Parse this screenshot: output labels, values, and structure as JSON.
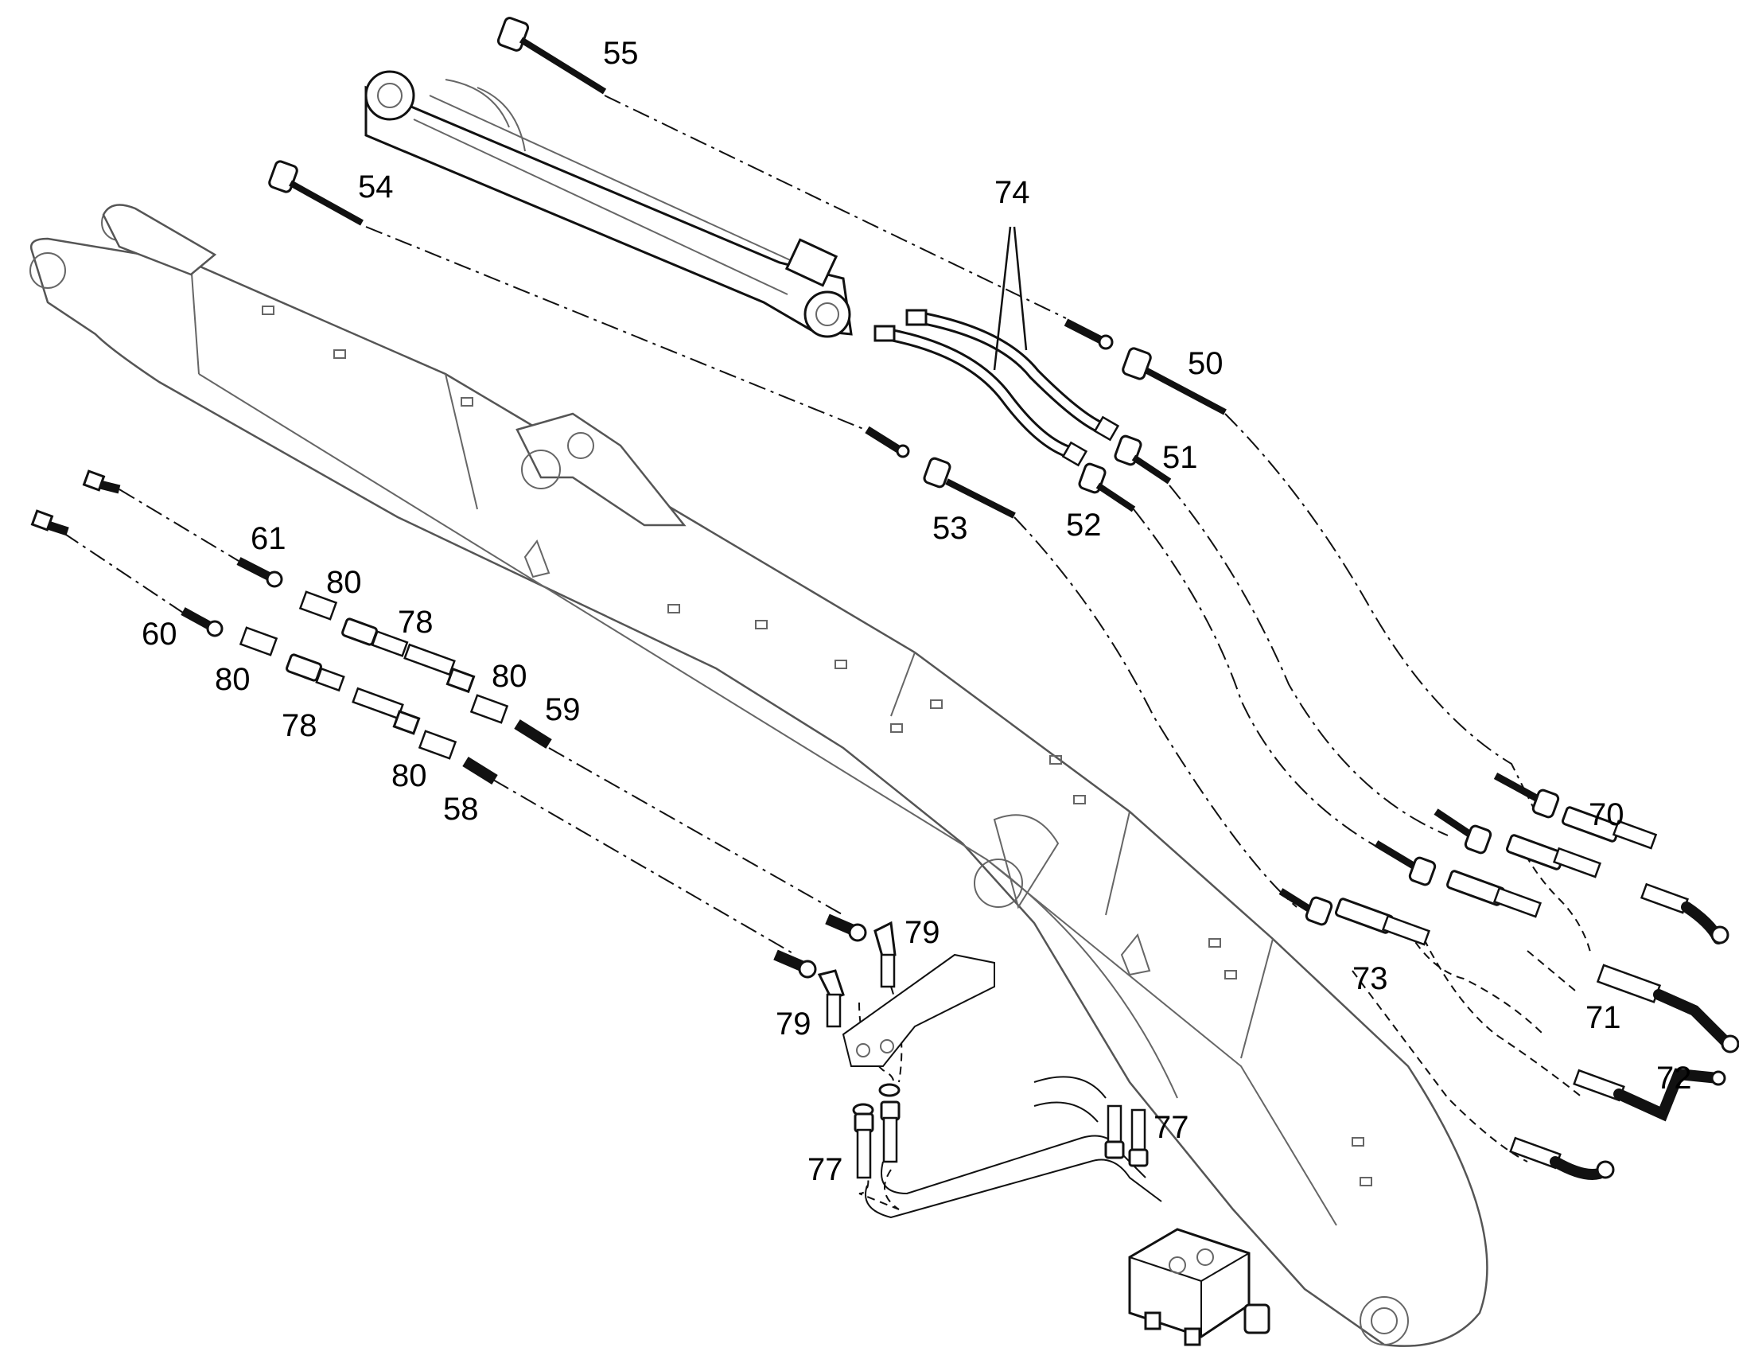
{
  "labels": {
    "l50": "50",
    "l51": "51",
    "l52": "52",
    "l53": "53",
    "l54": "54",
    "l55": "55",
    "l58": "58",
    "l59": "59",
    "l60": "60",
    "l61": "61",
    "l70": "70",
    "l71": "71",
    "l72": "72",
    "l73": "73",
    "l74": "74",
    "l77a": "77",
    "l77b": "77",
    "l78a": "78",
    "l78b": "78",
    "l79a": "79",
    "l79b": "79",
    "l80a": "80",
    "l80b": "80",
    "l80c": "80",
    "l80d": "80"
  }
}
